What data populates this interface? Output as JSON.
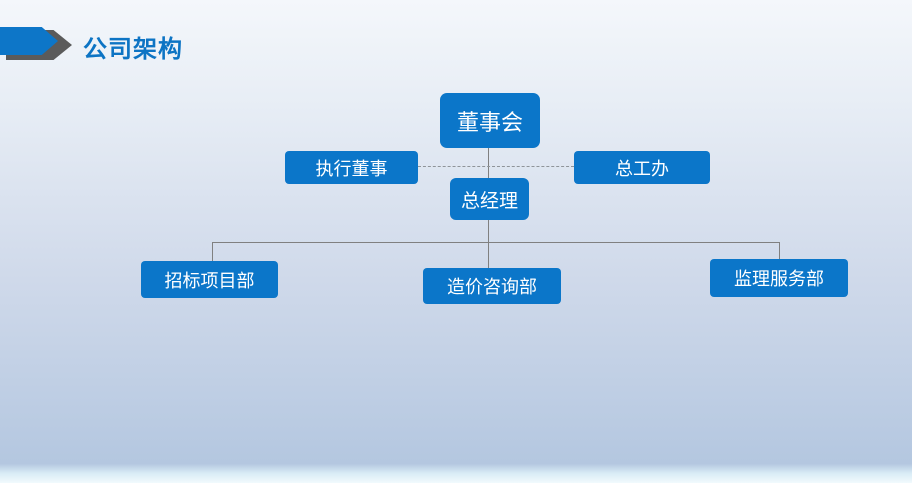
{
  "slide": {
    "title": "公司架构",
    "colors": {
      "accent_blue": "#0b76c9",
      "title_blue": "#0d74c4",
      "arrow_gray": "#5b5b5b",
      "connector_gray": "#808080",
      "node_text": "#ffffff",
      "background_top": "#f4f7fb",
      "background_bottom": "#b4c7e0"
    },
    "decorations": {
      "header_arrow": "right-arrow-icon"
    }
  },
  "org_chart": {
    "type": "org-tree",
    "nodes": [
      {
        "id": "board",
        "label": "董事会",
        "level": 1
      },
      {
        "id": "executive-director",
        "label": "执行董事",
        "level": 2,
        "link": "dashed"
      },
      {
        "id": "chief-engineer-office",
        "label": "总工办",
        "level": 2,
        "link": "dashed"
      },
      {
        "id": "general-manager",
        "label": "总经理",
        "level": 2,
        "parent": "board"
      },
      {
        "id": "bidding-project-dept",
        "label": "招标项目部",
        "level": 3,
        "parent": "general-manager"
      },
      {
        "id": "cost-consulting-dept",
        "label": "造价咨询部",
        "level": 3,
        "parent": "general-manager"
      },
      {
        "id": "supervision-service-dept",
        "label": "监理服务部",
        "level": 3,
        "parent": "general-manager"
      }
    ]
  }
}
